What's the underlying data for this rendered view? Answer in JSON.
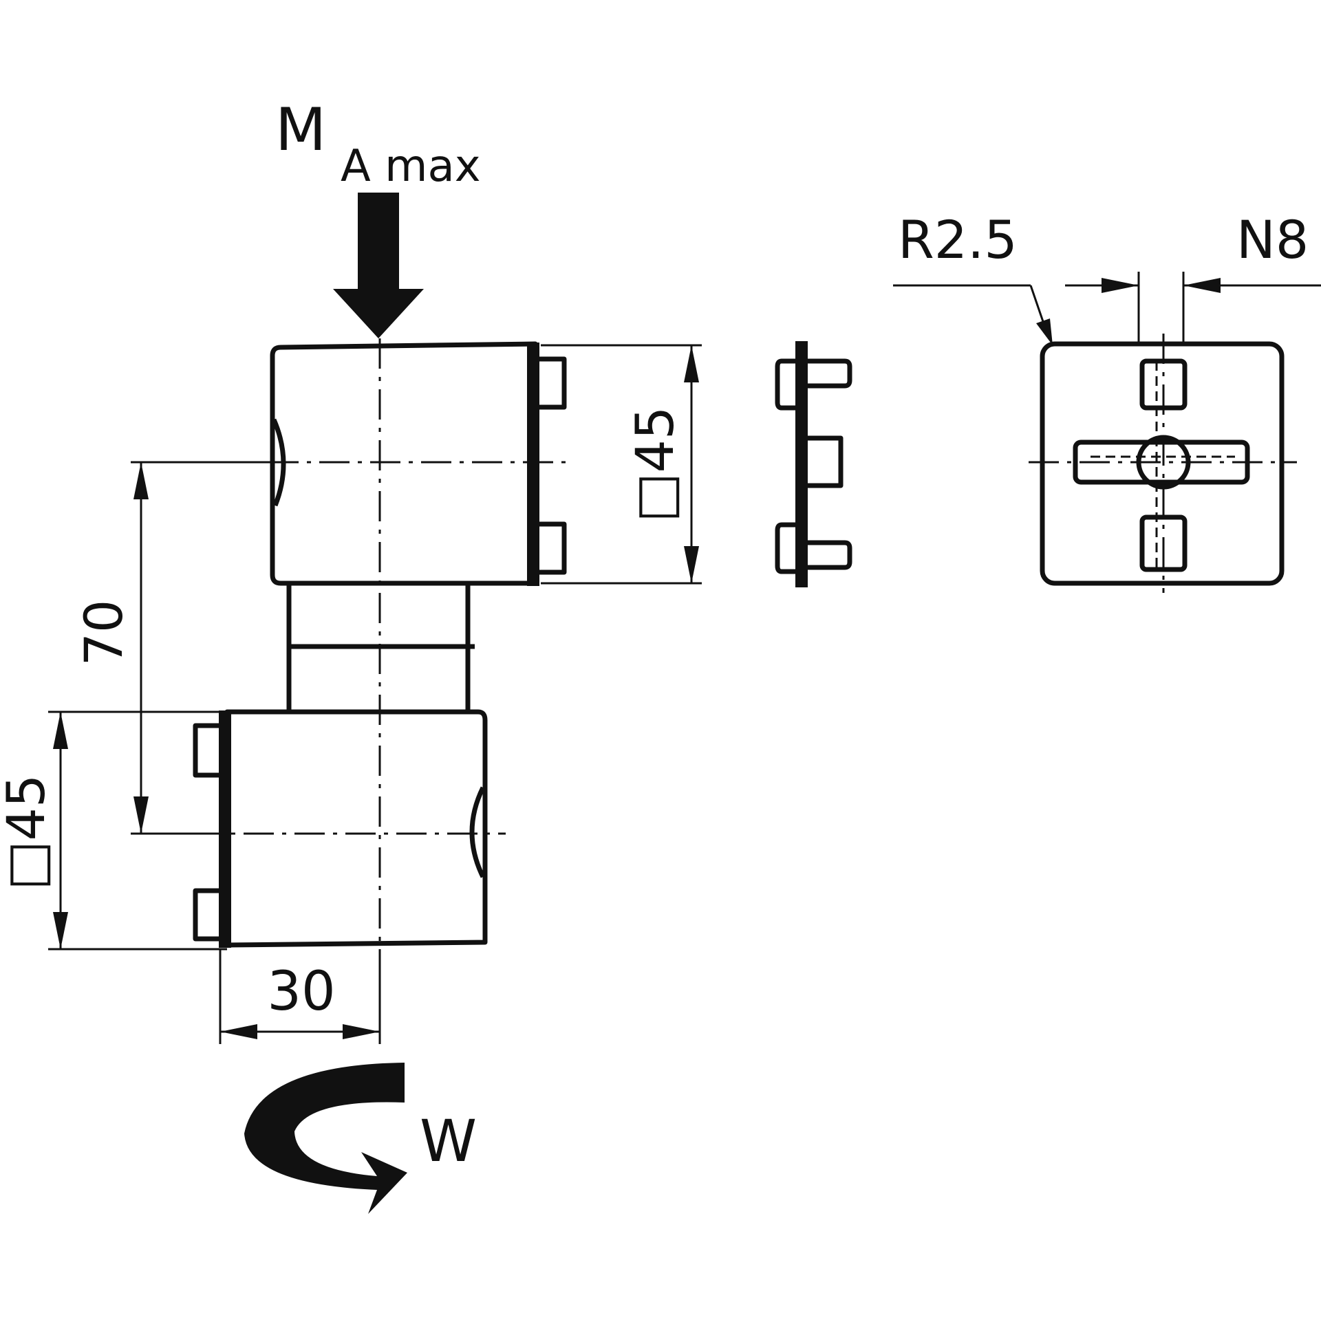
{
  "load": {
    "symbol": "M",
    "subscript": "A max"
  },
  "rotation": {
    "label": "W"
  },
  "dimensions": {
    "upper_square": "□45",
    "lower_square": "□45",
    "offset": "70",
    "width": "30",
    "radius": "R2.5",
    "slot": "N8"
  },
  "colors": {
    "ink": "#111111",
    "background": "#ffffff"
  }
}
